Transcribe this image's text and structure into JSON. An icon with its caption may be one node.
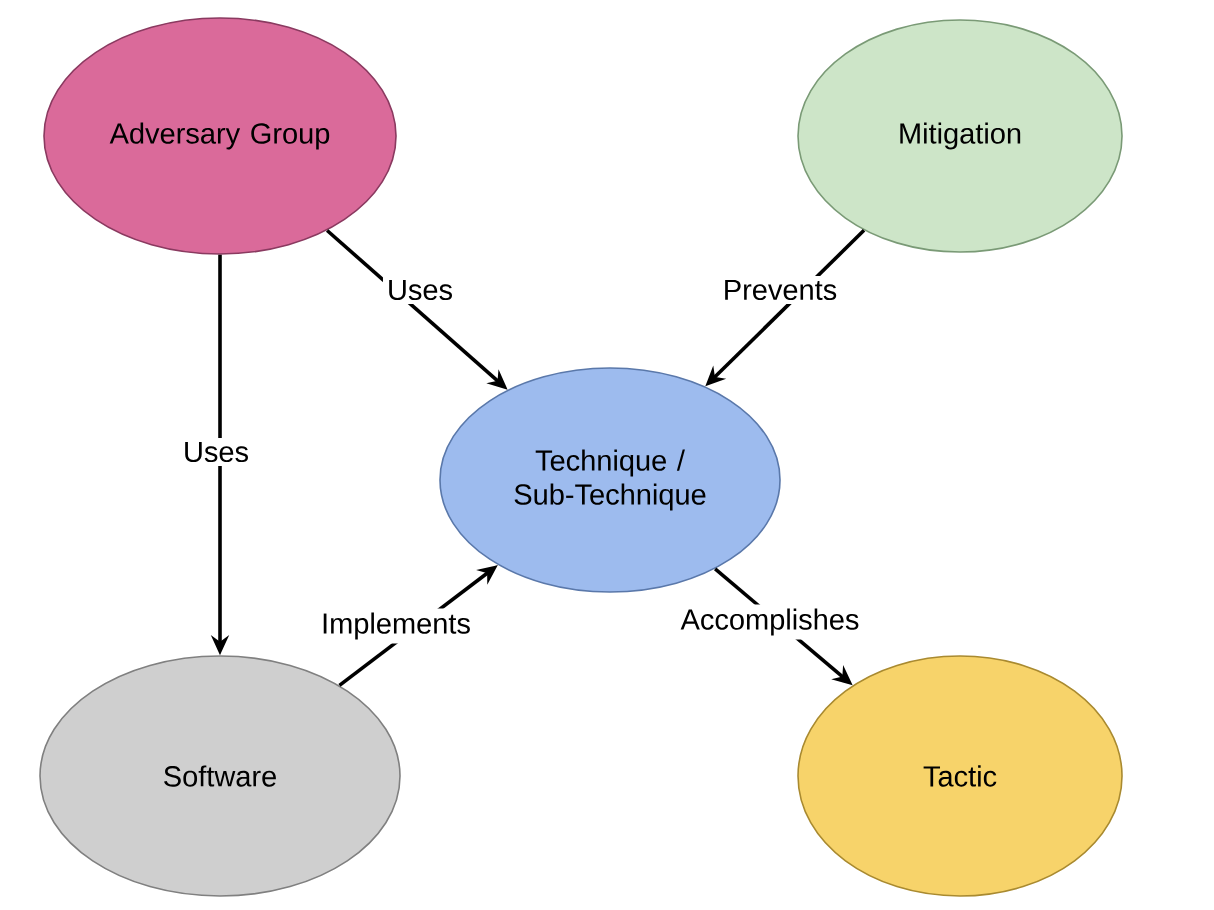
{
  "diagram": {
    "nodes": [
      {
        "text": [
          "Adversary Group"
        ]
      },
      {
        "text": [
          "Mitigation"
        ]
      },
      {
        "text": [
          "Technique / Sub-Technique"
        ]
      },
      {
        "text": [
          "Software"
        ]
      },
      {
        "text": [
          "Tactic"
        ]
      }
    ],
    "edges": [
      {
        "from": 0,
        "to": 2,
        "arrow": "to",
        "label": "Uses"
      },
      {
        "from": 1,
        "to": 2,
        "arrow": "to",
        "label": "Prevents"
      },
      {
        "from": 0,
        "to": 3,
        "arrow": "to",
        "label": "Uses"
      },
      {
        "from": 3,
        "to": 2,
        "arrow": "to",
        "label": "Implements"
      },
      {
        "from": 2,
        "to": 4,
        "arrow": "to",
        "label": "Accomplishes"
      }
    ]
  }
}
